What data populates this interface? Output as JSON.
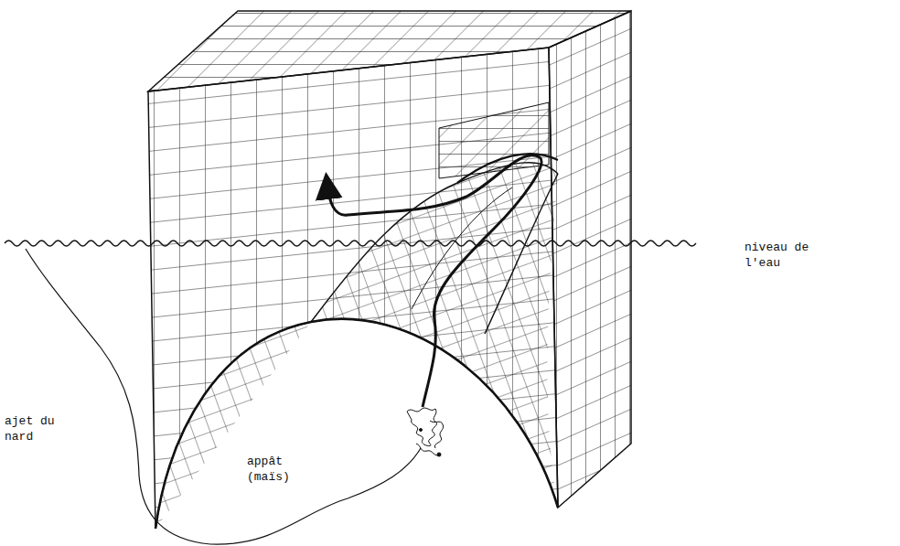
{
  "diagram": {
    "labels": [
      "niveau de l'eau",
      "ajet du nard",
      "appât (maïs)"
    ]
  }
}
